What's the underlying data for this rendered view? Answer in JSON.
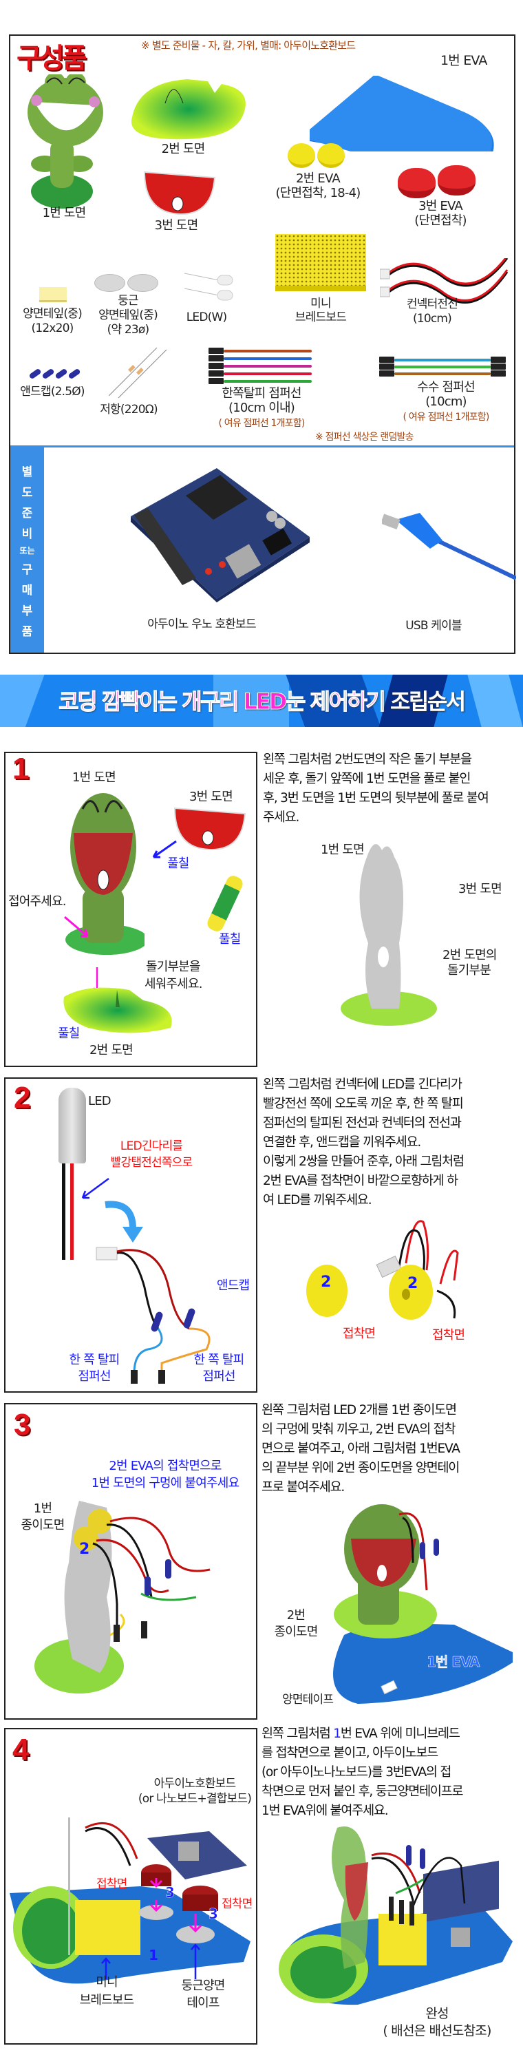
{
  "parts": {
    "title": "구성품",
    "note": "※ 별도 준비물 - 자, 칼, 가위, 별매: 아두이노호환보드",
    "items": {
      "eva1": "1번 EVA",
      "sheet1": "1번 도면",
      "sheet2": "2번 도면",
      "sheet3": "3번 도면",
      "eva2": [
        "2번 EVA",
        "(단면접착, 18-4)"
      ],
      "eva3": [
        "3번 EVA",
        "(단면접착)"
      ],
      "tape": [
        "양면테잎(중)",
        "(12x20)"
      ],
      "round_tape": [
        "둥근",
        "양면테잎(중)",
        "(약 23ø)"
      ],
      "led": "LED(W)",
      "breadboard": [
        "미니",
        "브레드보드"
      ],
      "connector": [
        "컨넥터전선",
        "(10cm)"
      ],
      "endcap": "앤드캡(2.5Ø)",
      "resistor": "저항(220Ω)",
      "jumper_single": [
        "한쪽탈피 점퍼선",
        "(10cm 이내)",
        "( 여유 점퍼선 1개포함)"
      ],
      "jumper_mm": [
        "수수 점퍼선",
        "(10cm)",
        "( 여유 점퍼선 1개포함)"
      ]
    },
    "jumper_note": "※ 점퍼선 색상은 랜덤발송",
    "separate": {
      "side_label": [
        "별",
        "도",
        "준",
        "비",
        "또는",
        "구",
        "매",
        "부",
        "품"
      ],
      "arduino": "아두이노 우노 호환보드",
      "usb": "USB 케이블"
    }
  },
  "banner": {
    "title_magenta": "코딩 깜빡이는 개구리 LED눈 제어하기",
    "title_white": "조립순서"
  },
  "steps": [
    {
      "number": "1",
      "lines": [
        "왼쪽 그림처럼 2번도면의 작은 돌기 부분을",
        "세운 후, 돌기 앞쪽에 1번 도면을 풀로 붙인",
        "후, 3번 도면을 1번 도면의 뒷부분에 풀로 붙여",
        "주세요."
      ],
      "labels": {
        "sheet1": "1번 도면",
        "sheet3": "3번 도면",
        "glue1": "풀칠",
        "glue2": "풀칠",
        "glue3": "풀칠",
        "fold": "접어주세요.",
        "stand": [
          "돌기부분을",
          "세워주세요."
        ],
        "sheet2": "2번 도면",
        "r_sheet1": "1번 도면",
        "r_sheet3": "3번 도면",
        "r_tab": [
          "2번 도면의",
          "돌기부분"
        ]
      }
    },
    {
      "number": "2",
      "lines": [
        "왼쪽 그림처럼 컨넥터에 LED를 긴다리가",
        "빨강전선 쪽에 오도록 끼운 후, 한 쪽 탈피",
        "점퍼선의 탈피된 전선과 컨넥터의 전선과",
        "연결한 후, 앤드캡을 끼워주세요.",
        "이렇게 2쌍을 만들어 준후, 아래 그림처럼",
        "2번 EVA를 접착면이 바깥으로향하게 하",
        "여 LED를 끼워주세요."
      ],
      "labels": {
        "led": "LED",
        "led_note": [
          "LED긴다리를",
          "빨강탭전선쪽으로"
        ],
        "endcap": "앤드캡",
        "jumper_left": [
          "한 쪽 탈피",
          "점퍼선"
        ],
        "jumper_right": [
          "한 쪽 탈피",
          "점퍼선"
        ],
        "eva_num": "2",
        "adhesive": "접착면"
      }
    },
    {
      "number": "3",
      "lines": [
        "왼쪽 그림처럼 LED 2개를 1번 종이도면",
        "의 구멍에 맞춰 끼우고, 2번 EVA의 접착",
        "면으로 붙여주고, 아래 그림처럼 1번EVA",
        "의 끝부분 위에 2번 종이도면을 양면테이",
        "프로 붙여주세요."
      ],
      "labels": {
        "instruction": [
          "2번 EVA의 접착면으로",
          "1번 도면의 구멍에 붙여주세요"
        ],
        "sheet1": [
          "1번",
          "종이도면"
        ],
        "eva_num": "2",
        "sheet2": [
          "2번",
          "종이도면"
        ],
        "eva1": "1번 EVA",
        "tape": "양면테이프"
      }
    },
    {
      "number": "4",
      "line1": [
        "왼쪽 그림처럼 ",
        "1",
        "번 EVA 위에  미니브레드"
      ],
      "lines": [
        "를 접착면으로 붙이고, 아두이노보드",
        "(or 아두이노나노보드)를 3번EVA의 접",
        "착면으로 먼저 붙인 후, 둥근양면테이프로",
        "1번 EVA위에 붙여주세요."
      ],
      "labels": {
        "arduino": [
          "아두이노호환보드",
          "(or 나노보드+결합보드)"
        ],
        "adhesive": "접착면",
        "eva3": "3",
        "eva1": "1",
        "breadboard": [
          "미니",
          "브레드보드"
        ],
        "round_tape": [
          "둥근양면",
          "테이프"
        ],
        "done": [
          "완성",
          "( 배선은 배선도참조)"
        ]
      }
    }
  ],
  "colors": {
    "accent_blue": "#3a8ee6",
    "title_red": "#e0141a",
    "banner_magenta": "#ff2ad4",
    "note_brown": "#a0420f"
  }
}
